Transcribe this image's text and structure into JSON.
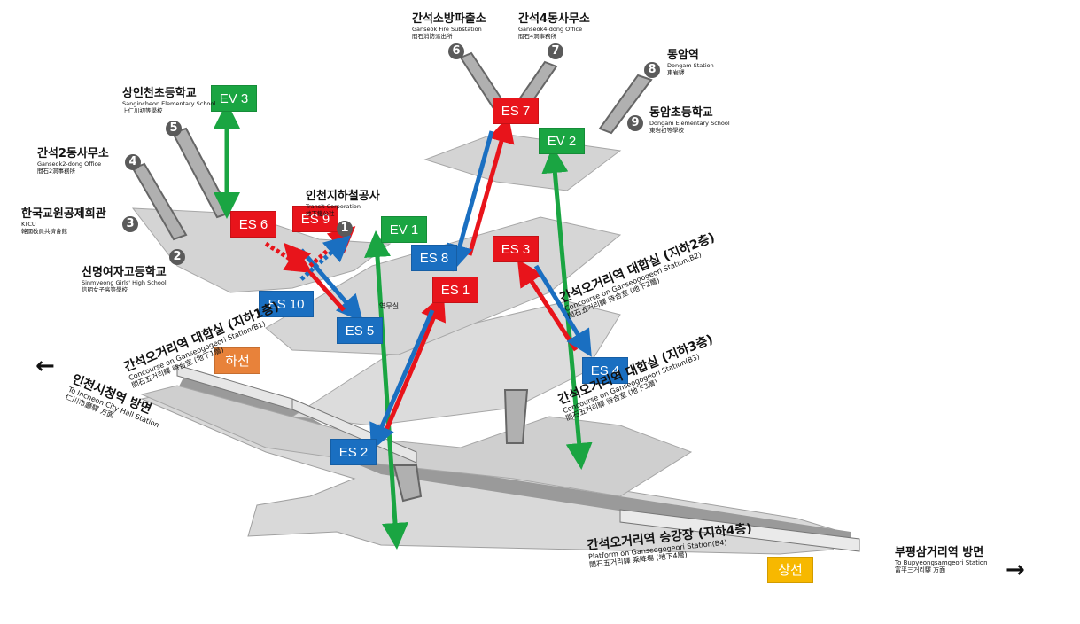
{
  "colors": {
    "escalator_up": "#e8141b",
    "escalator_down": "#1a6fc1",
    "elevator": "#1aa542",
    "platform_down": "#e8823a",
    "platform_up": "#f7b800",
    "floor": "#d9d9d9",
    "floor_dark": "#bdbdbd",
    "stairs": "#8a8a8a"
  },
  "tags": [
    {
      "id": "es1",
      "label": "ES 1",
      "kind": "up"
    },
    {
      "id": "es2",
      "label": "ES 2",
      "kind": "down"
    },
    {
      "id": "es3",
      "label": "ES 3",
      "kind": "up"
    },
    {
      "id": "es4",
      "label": "ES 4",
      "kind": "down"
    },
    {
      "id": "es5",
      "label": "ES 5",
      "kind": "down"
    },
    {
      "id": "es6",
      "label": "ES 6",
      "kind": "up"
    },
    {
      "id": "es7",
      "label": "ES 7",
      "kind": "up"
    },
    {
      "id": "es8",
      "label": "ES 8",
      "kind": "down"
    },
    {
      "id": "es9",
      "label": "ES 9",
      "kind": "up"
    },
    {
      "id": "es10",
      "label": "ES 10",
      "kind": "down"
    },
    {
      "id": "ev1",
      "label": "EV 1",
      "kind": "elevator"
    },
    {
      "id": "ev2",
      "label": "EV 2",
      "kind": "elevator"
    },
    {
      "id": "ev3",
      "label": "EV 3",
      "kind": "elevator"
    },
    {
      "id": "down_line",
      "label": "하선",
      "kind": "platform_down"
    },
    {
      "id": "up_line",
      "label": "상선",
      "kind": "platform_up"
    }
  ],
  "exits": [
    {
      "num": "1",
      "ko": "인천지하철공사",
      "en": "Transit Corporation",
      "cn": "地下鐵公社"
    },
    {
      "num": "2",
      "ko": "신명여자고등학교",
      "en": "Sinmyeong Girls' High School",
      "cn": "信明女子高等學校"
    },
    {
      "num": "3",
      "ko": "한국교원공제회관",
      "en": "KTCU",
      "cn": "韓國敎員共濟會館"
    },
    {
      "num": "4",
      "ko": "간석2동사무소",
      "en": "Ganseok2-dong Office",
      "cn": "間石2洞事務所"
    },
    {
      "num": "5",
      "ko": "상인천초등학교",
      "en": "Sangincheon Elementary School",
      "cn": "上仁川初等學校"
    },
    {
      "num": "6",
      "ko": "간석소방파출소",
      "en": "Ganseok Fire Substation",
      "cn": "間石消防派出所"
    },
    {
      "num": "7",
      "ko": "간석4동사무소",
      "en": "Ganseok4-dong Office",
      "cn": "間石4洞事務所"
    },
    {
      "num": "8",
      "ko": "동암역",
      "en": "Dongam Station",
      "cn": "東岩驛"
    },
    {
      "num": "9",
      "ko": "동암초등학교",
      "en": "Dongam Elementary School",
      "cn": "東岩初等學校"
    }
  ],
  "levels": {
    "b1": {
      "ko": "간석오거리역 대합실 (지하1층)",
      "en": "Concourse on Ganseogogeori Station(B1)",
      "cn": "間石五거리驛 待合室 (地下1層)"
    },
    "b2": {
      "ko": "간석오거리역 대합실 (지하2층)",
      "en": "Concourse on Ganseogogeori Station(B2)",
      "cn": "間石五거리驛 待合室 (地下2層)"
    },
    "b3": {
      "ko": "간석오거리역 대합실 (지하3층)",
      "en": "Concourse on Ganseogogeori Station(B3)",
      "cn": "間石五거리驛 待合室 (地下3層)"
    },
    "b4": {
      "ko": "간석오거리역 승강장 (지하4층)",
      "en": "Platform on Ganseogogeori Station(B4)",
      "cn": "間石五거리驛 乘降場 (地下4層)"
    }
  },
  "directions": {
    "left": {
      "ko": "인천시청역 방면",
      "en": "To Incheon City Hall Station",
      "cn": "仁川市廳驛 方面",
      "arrow": "←"
    },
    "right": {
      "ko": "부평삼거리역 방면",
      "en": "To Bupyeongsamgeori Station",
      "cn": "富平三거리驛 方面",
      "arrow": "→"
    }
  },
  "misc": {
    "office_label": "역무실"
  }
}
